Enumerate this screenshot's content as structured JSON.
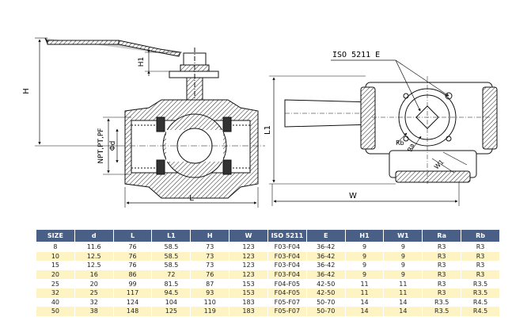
{
  "drawing": {
    "side_view_labels": {
      "height": "H",
      "h1": "H1",
      "thread": "NPT,PT,PF",
      "bore": "Φd",
      "length": "L"
    },
    "top_view_labels": {
      "iso_flange": "ISO 5211 E",
      "l1": "L1",
      "width": "W",
      "ra": "Ra",
      "rb": "Rb",
      "w1": "W1"
    }
  },
  "table": {
    "headers": [
      "SIZE",
      "d",
      "L",
      "L1",
      "H",
      "W",
      "ISO 5211",
      "E",
      "H1",
      "W1",
      "Ra",
      "Rb"
    ],
    "rows": [
      [
        "8",
        "11.6",
        "76",
        "58.5",
        "73",
        "123",
        "F03-F04",
        "36-42",
        "9",
        "9",
        "R3",
        "R3"
      ],
      [
        "10",
        "12.5",
        "76",
        "58.5",
        "73",
        "123",
        "F03-F04",
        "36-42",
        "9",
        "9",
        "R3",
        "R3"
      ],
      [
        "15",
        "12.5",
        "76",
        "58.5",
        "73",
        "123",
        "F03-F04",
        "36-42",
        "9",
        "9",
        "R3",
        "R3"
      ],
      [
        "20",
        "16",
        "86",
        "72",
        "76",
        "123",
        "F03-F04",
        "36-42",
        "9",
        "9",
        "R3",
        "R3"
      ],
      [
        "25",
        "20",
        "99",
        "81.5",
        "87",
        "153",
        "F04-F05",
        "42-50",
        "11",
        "11",
        "R3",
        "R3.5"
      ],
      [
        "32",
        "25",
        "117",
        "94.5",
        "93",
        "153",
        "F04-F05",
        "42-50",
        "11",
        "11",
        "R3",
        "R3.5"
      ],
      [
        "40",
        "32",
        "124",
        "104",
        "110",
        "183",
        "F05-F07",
        "50-70",
        "14",
        "14",
        "R3.5",
        "R4.5"
      ],
      [
        "50",
        "38",
        "148",
        "125",
        "119",
        "183",
        "F05-F07",
        "50-70",
        "14",
        "14",
        "R3.5",
        "R4.5"
      ]
    ]
  }
}
